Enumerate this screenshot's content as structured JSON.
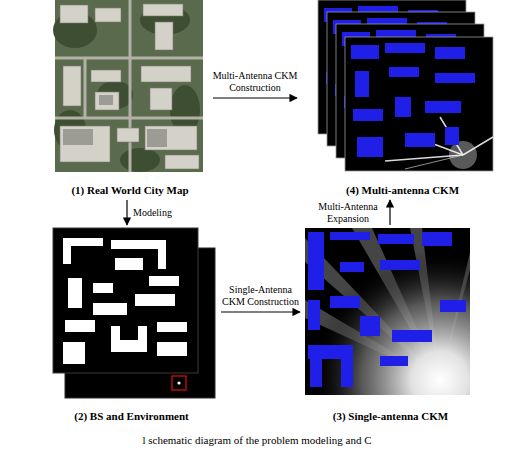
{
  "diagram": {
    "caption": "l schematic diagram of the problem modeling and C",
    "nodes": [
      {
        "text": [
          "(1) Real World City Map"
        ]
      },
      {
        "text": [
          "(4) Multi-antenna CKM"
        ]
      },
      {
        "text": [
          "(2) BS and Environment"
        ]
      },
      {
        "text": [
          "(3) Single-antenna CKM"
        ]
      }
    ],
    "edges": [
      {
        "from": 0,
        "to": 1,
        "label": "Multi-Antenna CKM Construction",
        "arrow": "to"
      },
      {
        "from": 0,
        "to": 2,
        "label": "Modeling",
        "arrow": "to"
      },
      {
        "from": 2,
        "to": 3,
        "label": "Single-Antenna CKM Construction",
        "arrow": "to"
      },
      {
        "from": 3,
        "to": 1,
        "label": "Multi-Antenna Expansion",
        "arrow": "to"
      }
    ]
  }
}
